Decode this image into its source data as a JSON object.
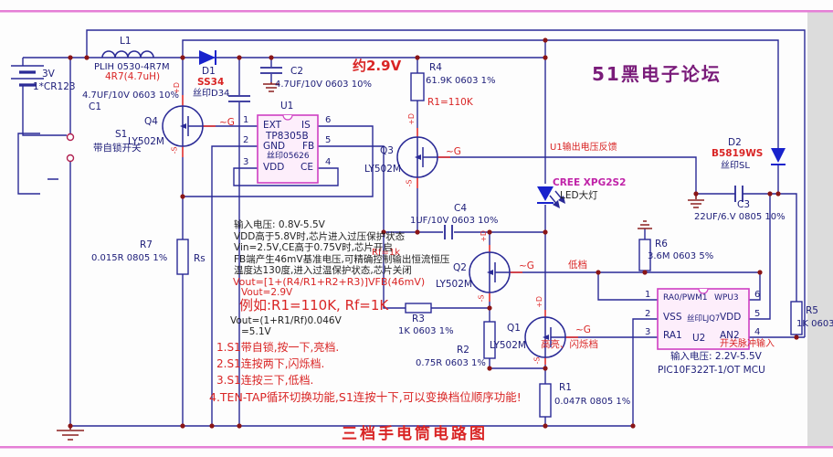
{
  "titles": {
    "forum": "51黑电子论坛",
    "caption": "三档手电筒电路图",
    "output_voltage": "约2.9V"
  },
  "battery": {
    "voltage": "3V",
    "model": "1*CR123"
  },
  "s1": {
    "ref": "S1",
    "label": "带自锁开关"
  },
  "l1": {
    "ref": "L1",
    "part": "PLIH 0530-4R7M",
    "value": "4R7(4.7uH)"
  },
  "d1": {
    "ref": "D1",
    "part": "SS34",
    "silk": "丝印D34"
  },
  "d2": {
    "ref": "D2",
    "part": "B5819WS",
    "silk": "丝印SL"
  },
  "led": {
    "part": "CREE XPG2S2",
    "label": "LED大灯"
  },
  "c1": {
    "ref": "C1",
    "value": "4.7UF/10V 0603 10%"
  },
  "c2": {
    "ref": "C2",
    "value": "4.7UF/10V 0603 10%"
  },
  "c3": {
    "ref": "C3",
    "value": "22UF/6.V 0805 10%"
  },
  "c4": {
    "ref": "C4",
    "value": "1UF/10V 0603 10%"
  },
  "r1": {
    "ref": "R1",
    "value": "0.047R 0805 1%"
  },
  "r2": {
    "ref": "R2",
    "value": "0.75R 0603 1%"
  },
  "r3": {
    "ref": "R3",
    "value": "1K 0603 1%"
  },
  "r4": {
    "ref": "R4",
    "value": "61.9K 0603 1%",
    "note": "R1=110K"
  },
  "r5": {
    "ref": "R5",
    "value": "1K 0603"
  },
  "r6": {
    "ref": "R6",
    "value": "3.6M 0603 5%"
  },
  "r7": {
    "ref": "R7",
    "value": "0.015R 0805 1%",
    "alt": "Rs"
  },
  "q1": {
    "ref": "Q1",
    "part": "LY502M"
  },
  "q2": {
    "ref": "Q2",
    "part": "LY502M"
  },
  "q3": {
    "ref": "Q3",
    "part": "LY502M"
  },
  "q4": {
    "ref": "Q4",
    "part": "LY502M"
  },
  "mosfet_pins": {
    "gate": "~G",
    "drain": "+D",
    "source": "-S"
  },
  "u1": {
    "ref": "U1",
    "part": "TP8305B",
    "silk": "丝印05626",
    "pin1": "EXT",
    "pin2": "GND",
    "pin3": "VDD",
    "pin4": "CE",
    "pin5": "FB",
    "pin6": "IS",
    "n1": "1",
    "n2": "2",
    "n3": "3",
    "n4": "4",
    "n5": "5",
    "n6": "6"
  },
  "u2": {
    "ref": "U2",
    "part": "PIC10F322T-1/OT MCU",
    "silk": "丝印LJQ7",
    "input": "输入电压: 2.2V-5.5V",
    "pin1": "RA0/PWM1",
    "pin2": "VSS",
    "pin3": "RA1",
    "pin4": "AN2",
    "pin5": "VDD",
    "pin6": "WPU3",
    "n1": "1",
    "n2": "2",
    "n3": "3",
    "n4": "4",
    "n5": "5",
    "n6": "6"
  },
  "notes": {
    "l1": "输入电压: 0.8V-5.5V",
    "l2": "VDD高于5.8V时,芯片进入过压保护状态",
    "l3": "Vin=2.5V,CE高于0.75V时,芯片开启",
    "l4": "FB端产生46mV基准电压,可精确控制输出恒流恒压",
    "l5": "温度达130度,进入过温保护状态,芯片关闭",
    "rf": "Rf=1k"
  },
  "formulas": {
    "f1": "Vout=[1+(R4/R1+R2+R3)]VFB(46mV)",
    "f2": "Vout=2.9V",
    "example": "例如:R1=110K, Rf=1K",
    "f3": "Vout=(1+R1/Rf)0.046V",
    "f4": "=5.1V"
  },
  "instructions": {
    "i1": "1.S1带自锁,按一下,亮档.",
    "i2": "2.S1连按两下,闪烁档.",
    "i3": "3.S1连按三下,低档.",
    "i4": "4.TEN-TAP循环切换功能,S1连按十下,可以变换档位顺序功能!"
  },
  "nets": {
    "feedback": "U1输出电压反馈",
    "low": "低档",
    "high": "高亮、闪烁档",
    "pulse": "开关脉冲输入"
  }
}
